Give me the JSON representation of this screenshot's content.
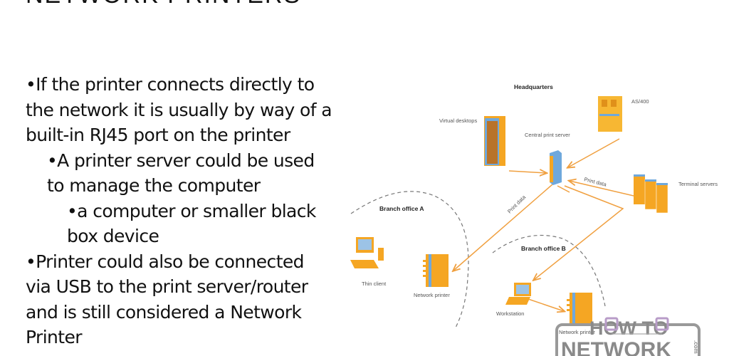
{
  "slide": {
    "title": "NETWORK PRINTERS",
    "bullets": [
      {
        "level": 1,
        "lines": [
          "•If the printer connects directly to",
          "the network it is usually by way of a",
          "built-in RJ45 port on the printer"
        ]
      },
      {
        "level": 2,
        "lines": [
          "•A printer server could be used",
          "to manage the computer"
        ]
      },
      {
        "level": 3,
        "lines": [
          "•a computer or smaller black",
          "box device"
        ]
      },
      {
        "level": 1,
        "lines": [
          "•Printer could also be connected",
          "via USB to the print server/router",
          "and is still considered a Network",
          "Printer"
        ]
      }
    ]
  },
  "diagram": {
    "headquarters": "Headquarters",
    "virtual_desktops": "Virtual desktops",
    "central_print_server": "Central print server",
    "as400": "AS/400",
    "terminal_servers": "Terminal servers",
    "print_data_1": "Print data",
    "print_data_2": "Print data",
    "branch_a": "Branch office A",
    "branch_b": "Branch office B",
    "thin_client": "Thin client",
    "network_printer_a": "Network printer",
    "workstation": "Workstation",
    "network_printer_b": "Network printer",
    "colors": {
      "device": "#f5a623",
      "link": "#f0a040",
      "server": "#6fa8dc"
    }
  },
  "logo": {
    "line1": "HOW TO",
    "line2": "NETWORK",
    "suffix": ".com"
  }
}
